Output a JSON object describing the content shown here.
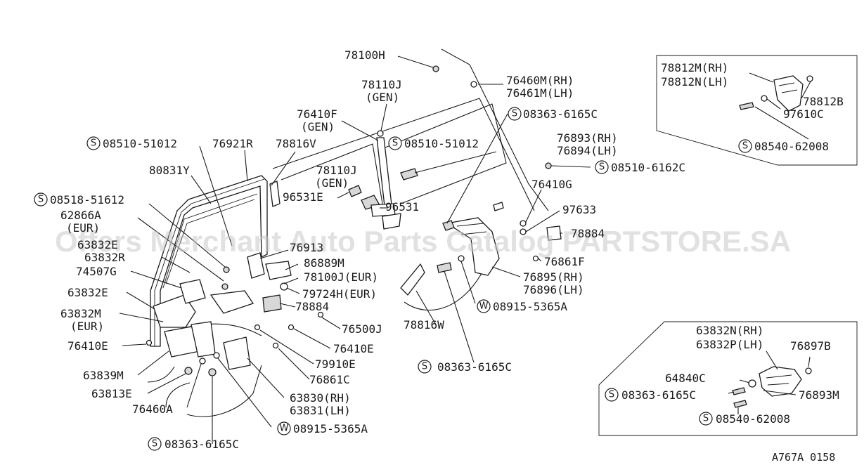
{
  "watermark": "Offers Merchant Auto Parts Catalog PARTSTORE.SA",
  "drawing_code": "A767A 0158",
  "symbols": {
    "s": "S",
    "w": "W"
  },
  "labels": {
    "p78100H": "78100H",
    "p78110J_a": "78110J",
    "gen_a": "(GEN)",
    "p76460M": "76460M(RH)",
    "p76461M": "76461M(LH)",
    "p76410F": "76410F",
    "gen_b": "(GEN)",
    "s08363_6165C_a": "08363-6165C",
    "s08510_51012_a": "08510-51012",
    "p76921R": "76921R",
    "p78816V": "78816V",
    "s08510_51012_b": "08510-51012",
    "p76893": "76893(RH)",
    "p76894": "76894(LH)",
    "p80831Y": "80831Y",
    "p78110J_b": "78110J",
    "gen_c": "(GEN)",
    "s08510_6162C": "08510-6162C",
    "p96531E": "96531E",
    "p96531": "96531",
    "p76410G": "76410G",
    "s08518_51612": "08518-51612",
    "p97633": "97633",
    "p62866A": "62866A",
    "eur_a": "(EUR)",
    "p78884_obscured": "78884",
    "p63832E_top": "63832E",
    "p63832R": "63832R",
    "p76913": "76913",
    "p86889M": "86889M",
    "p76861F": "76861F",
    "p74507G": "74507G",
    "p78100J": "78100J(EUR)",
    "p76895": "76895(RH)",
    "p76896": "76896(LH)",
    "p63832E": "63832E",
    "p79724H": "79724H(EUR)",
    "p78884": "78884",
    "w08915_5365A_a": "08915-5365A",
    "p63832M": "63832M",
    "eur_b": "(EUR)",
    "p76500J": "76500J",
    "p78816W": "78816W",
    "p76410E_a": "76410E",
    "p76410E_b": "76410E",
    "p79910E": "79910E",
    "s08363_6165C_b": "08363-6165C",
    "p63839M": "63839M",
    "p76861C": "76861C",
    "p63813E": "63813E",
    "p63830": "63830(RH)",
    "p63831": "63831(LH)",
    "p76460A": "76460A",
    "w08915_5365A_b": "08915-5365A",
    "s08363_6165C_c": "08363-6165C",
    "p78812M": "78812M(RH)",
    "p78812N": "78812N(LH)",
    "p78812B": "78812B",
    "p97610C": "97610C",
    "s08540_62008_a": "08540-62008",
    "p63832N": "63832N(RH)",
    "p63832P": "63832P(LH)",
    "p76897B": "76897B",
    "p64840C": "64840C",
    "s08363_6165C_d": "08363-6165C",
    "p76893M": "76893M",
    "s08540_62008_b": "08540-62008"
  }
}
